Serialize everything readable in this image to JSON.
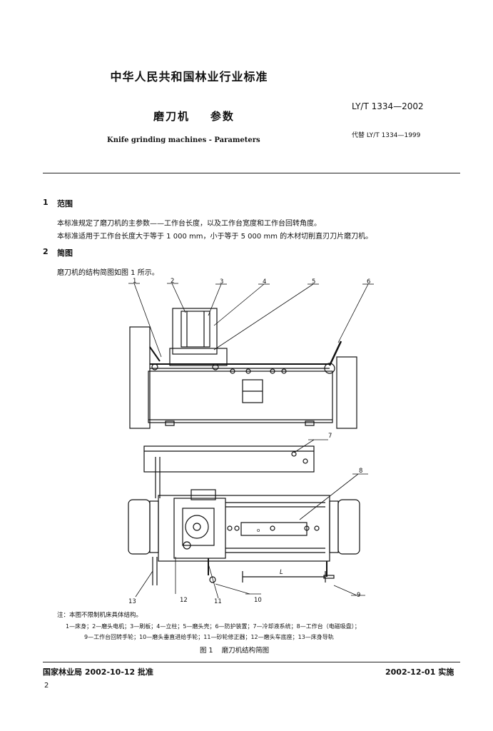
{
  "header": {
    "category": "中华人民共和国林业行业标准",
    "std_number": "LY/T 1334—2002",
    "title_cn": "磨刀机    参数",
    "title_en": "Knife grinding machines - Parameters",
    "replaces": "代替 LY/T 1334—1999"
  },
  "section1": {
    "number": "1",
    "heading": "范围",
    "para1": "本标准规定了磨刀机的主参数——工作台长度，以及工作台宽度和工作台回转角度。",
    "para2": "本标准适用于工作台长度大于等于 1 000 mm，小于等于 5 000 mm 的木材切削直刃刀片磨刀机。"
  },
  "section2": {
    "number": "2",
    "heading": "简图",
    "para1": "磨刀机的结构简图如图 1 所示。"
  },
  "figure": {
    "callouts_top": [
      "1",
      "2",
      "3",
      "4",
      "5",
      "6"
    ],
    "callouts_bottom": [
      "7",
      "8",
      "9",
      "10",
      "11",
      "12",
      "13"
    ],
    "dim_label": "L",
    "note_title": "注：本图不限制机床具体结构。",
    "legend_line1": "1—床身；2—磨头电机；3—刷板；4—立柱；5—磨头壳；6—防护装置；7—冷却液系统；8—工作台（电磁吸盘）；",
    "legend_line2": "9—工作台回转手轮；10—磨头垂直进给手轮；11—砂轮修正器；12—磨头车底座；13—床身导轨",
    "caption": "图 1    磨刀机结构简图"
  },
  "footer": {
    "approved": "国家林业局 2002-10-12 批准",
    "implemented": "2002-12-01 实施",
    "page_number": "2"
  }
}
